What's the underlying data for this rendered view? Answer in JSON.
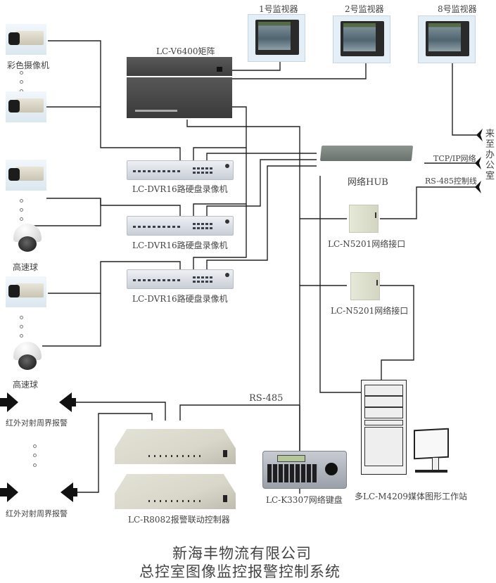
{
  "monitors": [
    {
      "label": "1号监视器"
    },
    {
      "label": "2号监视器"
    },
    {
      "label": "8号监视器"
    }
  ],
  "matrix": {
    "label": "LC-V6400矩阵"
  },
  "cameras": {
    "color_camera_label": "彩色摄像机",
    "dome_label": "高速球"
  },
  "dvrs": [
    {
      "label": "LC-DVR16路硬盘录像机"
    },
    {
      "label": "LC-DVR16路硬盘录像机"
    },
    {
      "label": "LC-DVR16路硬盘录像机"
    }
  ],
  "hub": {
    "label": "网络HUB"
  },
  "network_interfaces": [
    {
      "label": "LC-N5201网络接口"
    },
    {
      "label": "LC-N5201网络接口"
    }
  ],
  "external": {
    "tcpip_label": "TCP/IP网络",
    "rs485_control_label": "RS-485控制线",
    "office_label_chars": [
      "来",
      "至",
      "办",
      "公",
      "室"
    ]
  },
  "alarms": {
    "perimeter_label": "红外对射周界报警",
    "controller_label": "LC-R8082报警联动控制器",
    "rs485_label": "RS-485"
  },
  "keyboard": {
    "label": "LC-K3307网络键盘"
  },
  "workstation": {
    "label": "多LC-M4209媒体图形工作站"
  },
  "title": {
    "line1": "新海丰物流有限公司",
    "line2": "总控室图像监控报警控制系统"
  },
  "colors": {
    "wire": "#222222",
    "wire_gray": "#666666",
    "text": "#444444"
  }
}
